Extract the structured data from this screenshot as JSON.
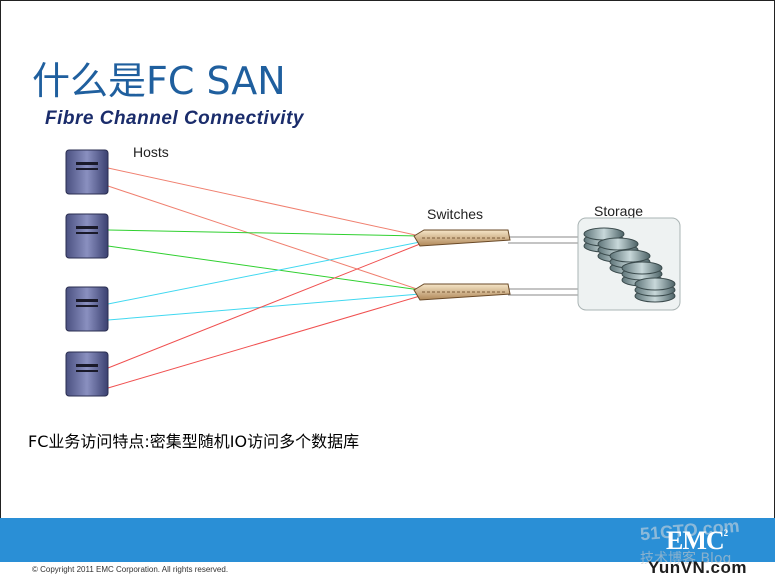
{
  "slide": {
    "title": "什么是FC SAN",
    "subtitle": "Fibre Channel Connectivity",
    "caption": "FC业务访问特点:密集型随机IO访问多个数据库"
  },
  "diagram": {
    "hosts_label": "Hosts",
    "switches_label": "Switches",
    "storage_label": "Storage",
    "link_colors": {
      "host1": "#f08070",
      "host2": "#30d030",
      "host3": "#40d8f0",
      "host4": "#f05050",
      "storage": "#888888"
    }
  },
  "footer": {
    "copyright": "© Copyright 2011 EMC Corporation. All rights reserved.",
    "logo": "EMC",
    "logo_sup": "2",
    "watermark": "51CTO.com",
    "watermark_sub": "技术博客  Blog",
    "site": "YunVN.com",
    "band_color": "#2a8fd6"
  }
}
